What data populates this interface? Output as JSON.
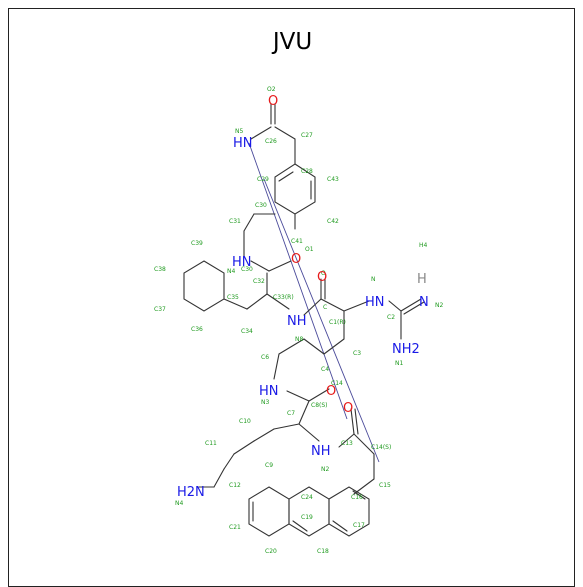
{
  "title": "JVU",
  "colors": {
    "carbon_label": "#1f9a1f",
    "nitrogen": "#1a1ae6",
    "oxygen": "#e61a1a",
    "hydrogen": "#888888",
    "bond": "#333333"
  },
  "atom_labels": {
    "O2": "O2",
    "C27": "C27",
    "N5": "N5",
    "C26": "C26",
    "C28": "C28",
    "C43": "C43",
    "C29": "C29",
    "C30": "C30",
    "C42": "C42",
    "C31": "C31",
    "C41": "C41",
    "O1": "O1",
    "O": "O",
    "C39": "C39",
    "N4": "N4",
    "C38": "C38",
    "C32": "C32",
    "C33": "C33(R)",
    "C": "C",
    "C1": "C1(R)",
    "C37": "C37",
    "C35": "C35",
    "C34": "C34",
    "C36": "C36",
    "C6": "C6",
    "N": "N",
    "H4": "H4",
    "N2": "N2",
    "C2": "C2",
    "N1": "N1",
    "C3": "C3",
    "C4": "C4",
    "C14": "C14",
    "N3": "N3",
    "C7": "C7",
    "C8": "C8(S)",
    "C10": "C10",
    "C11": "C11",
    "C9": "C9",
    "C13": "C13",
    "C14S": "C14(S)",
    "NB": "N2",
    "C15": "C15",
    "C16": "C16",
    "C12": "C12",
    "C24": "C24",
    "C19": "C19",
    "C17": "C17",
    "C21": "C21",
    "C20": "C20",
    "C18": "C18",
    "N6": "N4",
    "N8": "N8"
  },
  "hetero_labels": {
    "O_a": "O",
    "HN_a": "HN",
    "HN_b": "HN",
    "O_b": "O",
    "NH_a": "NH",
    "O_c": "O",
    "HN_c": "HN",
    "H_a": "H",
    "N_eq": "N",
    "NH2_a": "NH2",
    "HN_d": "HN",
    "O_d": "O",
    "O_e": "O",
    "NH_b": "NH",
    "H2N": "H2N"
  }
}
